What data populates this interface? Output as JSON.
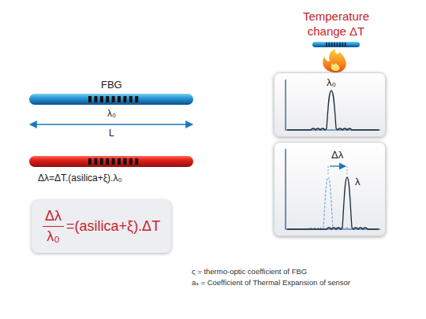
{
  "diagram": {
    "nodes": [
      {
        "text": [
          "λ₀"
        ]
      },
      {
        "text": [
          "Δλ",
          "λ"
        ]
      },
      {
        "text": [
          "Δλ",
          "λ₀",
          "=(asilica+ξ).ΔT"
        ]
      }
    ],
    "labels": [
      "Temperature change ΔT",
      "FBG",
      "λ₀",
      "L",
      "Δλ=ΔT.(asilica+ξ).λ₀",
      "ς = thermo-optic coefficient of FBG",
      "aₛ = Coefficient of Thermal Expansion of sensor"
    ]
  }
}
